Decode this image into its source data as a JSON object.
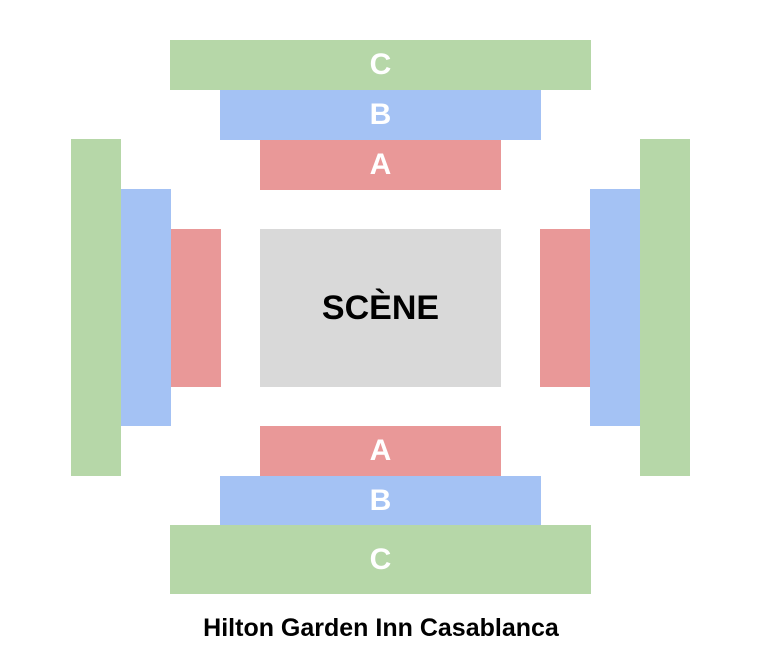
{
  "stage_label": "SCÈNE",
  "sections": {
    "top": {
      "a": "A",
      "b": "B",
      "c": "C"
    },
    "bottom": {
      "a": "A",
      "b": "B",
      "c": "C"
    }
  },
  "venue_title": "Hilton Garden Inn Casablanca",
  "colors": {
    "a": "#e99898",
    "b": "#a4c2f4",
    "c": "#b6d7a8",
    "stage": "#d9d9d9"
  }
}
